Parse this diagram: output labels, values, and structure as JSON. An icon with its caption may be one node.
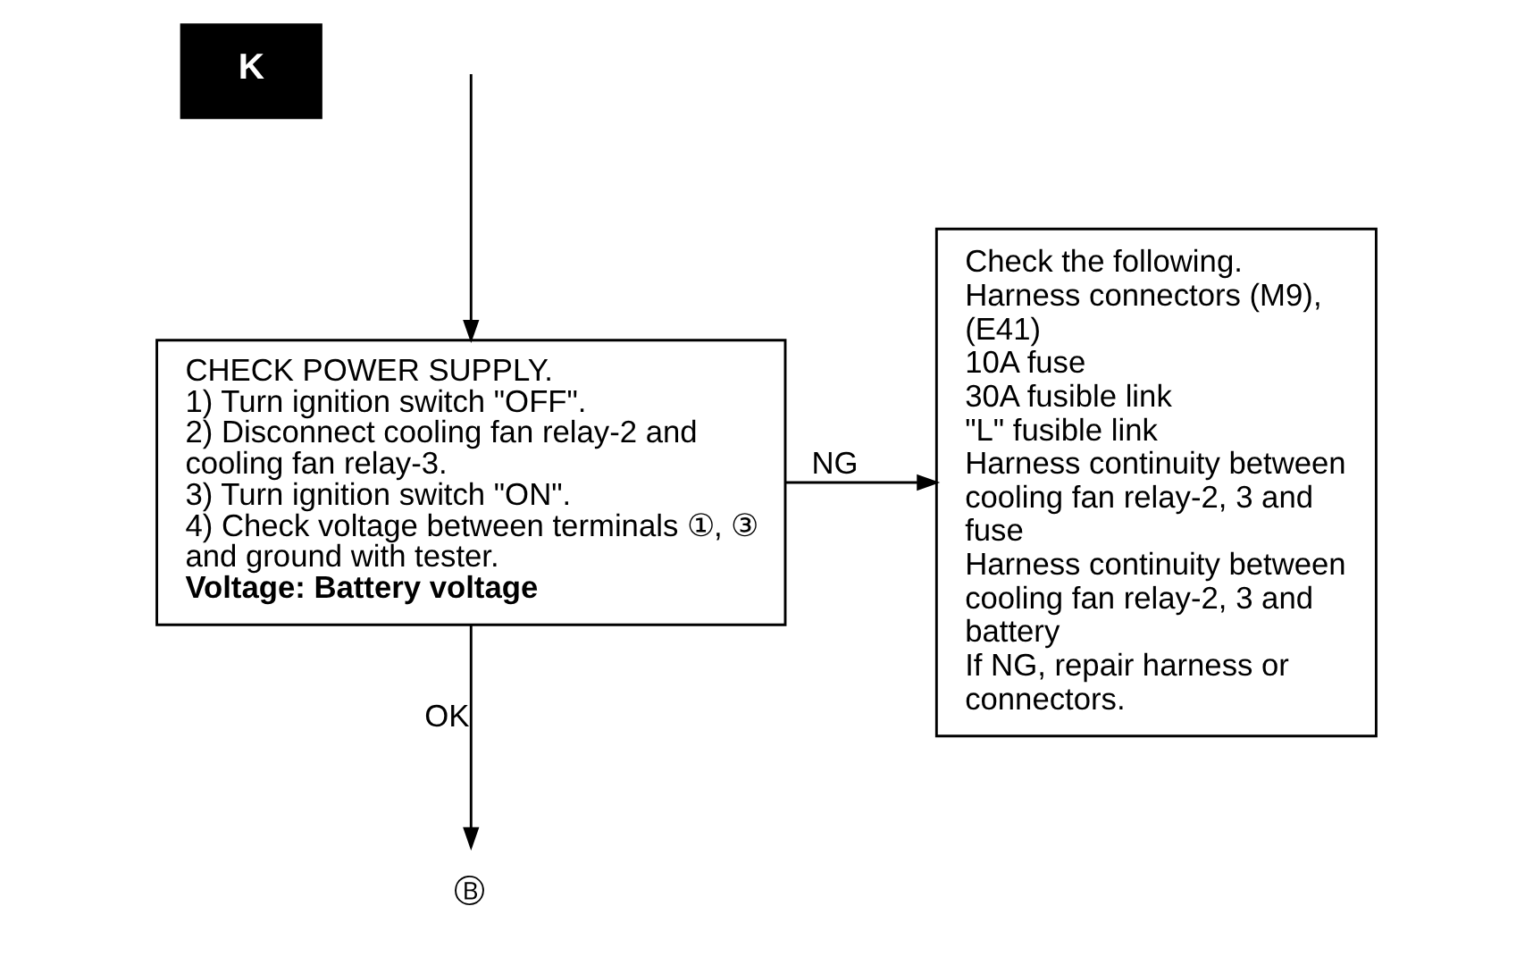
{
  "diagram": {
    "nodes": [
      {
        "text": [
          "CHECK POWER SUPPLY.",
          "1) Turn ignition switch \"OFF\".",
          "2) Disconnect cooling fan relay-2 and cooling fan relay-3.",
          "3) Turn ignition switch \"ON\".",
          "4) Check voltage between terminals ①, ③ and ground with tester.",
          "Voltage: Battery voltage"
        ]
      },
      {
        "text": [
          "Check the following.",
          "Harness connectors (M9), (E41)",
          "10A fuse",
          "30A fusible link",
          "\"L\" fusible link",
          "Harness continuity between cooling fan relay-2, 3 and fuse",
          "Harness continuity between cooling fan relay-2, 3 and battery",
          "If NG, repair harness or connectors."
        ]
      },
      {
        "text": [
          "Ⓑ"
        ]
      }
    ],
    "edges": [
      {
        "from": null,
        "to": 0,
        "arrow": "to"
      },
      {
        "from": 0,
        "to": 1,
        "arrow": "to",
        "label": "NG"
      },
      {
        "from": 0,
        "to": 2,
        "arrow": "to",
        "label": "OK"
      }
    ],
    "labels": [
      "K"
    ]
  }
}
